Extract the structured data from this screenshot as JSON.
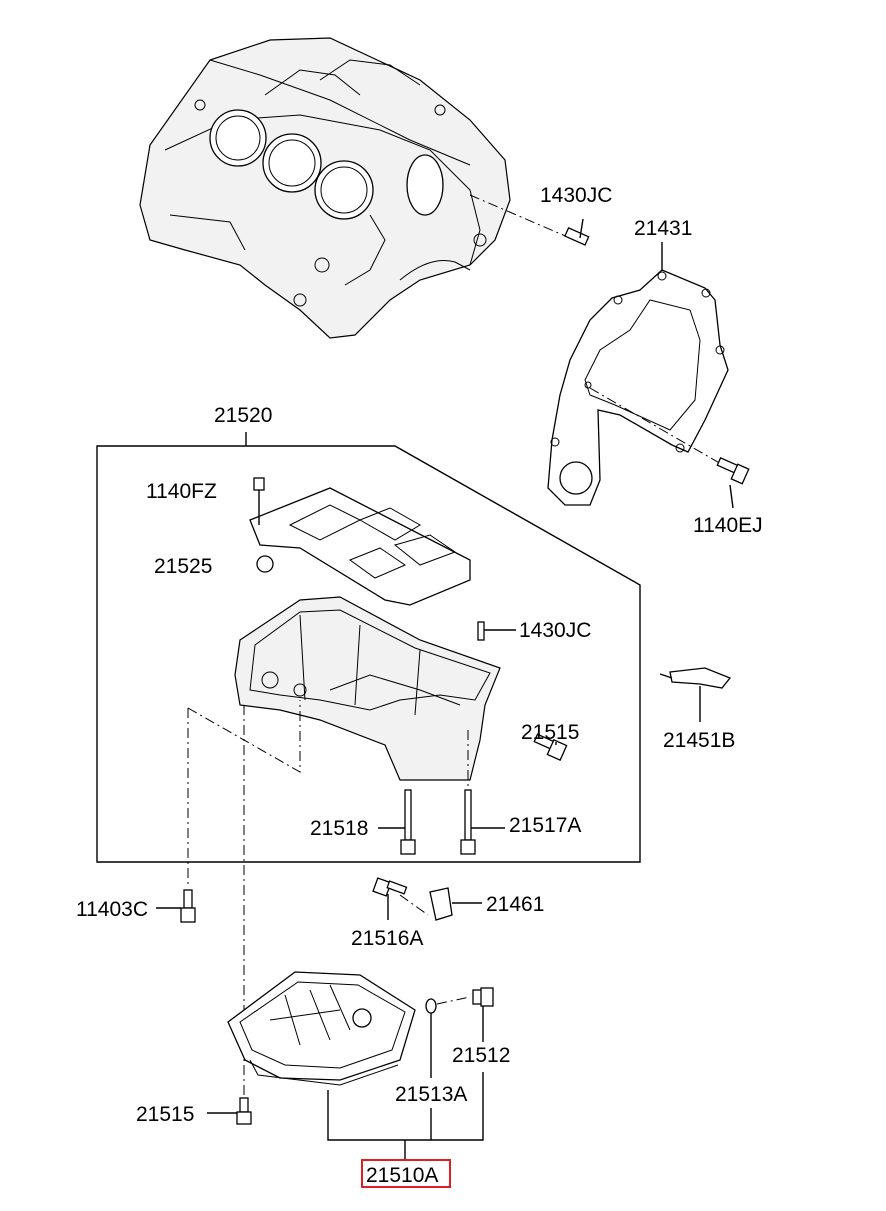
{
  "diagram": {
    "labels": {
      "p1430JC_top": "1430JC",
      "p21431": "21431",
      "p21520": "21520",
      "p1140FZ": "1140FZ",
      "p21525": "21525",
      "p1140EJ": "1140EJ",
      "p1430JC_mid": "1430JC",
      "p21451B": "21451B",
      "p21515_mid": "21515",
      "p21518": "21518",
      "p21517A": "21517A",
      "p11403C": "11403C",
      "p21461": "21461",
      "p21516A": "21516A",
      "p21512": "21512",
      "p21513A": "21513A",
      "p21515_bot": "21515",
      "p21510A": "21510A"
    },
    "highlight_color": "#e02020"
  }
}
